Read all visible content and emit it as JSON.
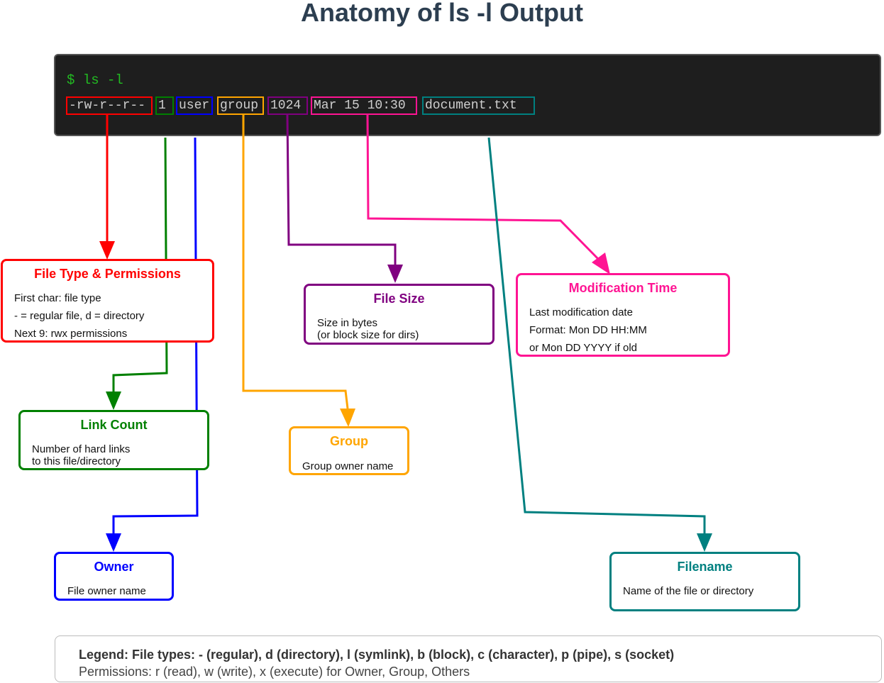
{
  "title": "Anatomy of ls -l Output",
  "terminal": {
    "prompt": "$ ls -l",
    "segments": [
      {
        "text": "-rw-r--r--",
        "color": "#ff0000"
      },
      {
        "text": "1",
        "color": "#008000"
      },
      {
        "text": "user",
        "color": "#0000ff"
      },
      {
        "text": "group",
        "color": "#ffa500"
      },
      {
        "text": "1024",
        "color": "#800080"
      },
      {
        "text": "Mar 15 10:30",
        "color": "#ff1493"
      },
      {
        "text": "document.txt",
        "color": "#008080"
      }
    ]
  },
  "boxes": {
    "permissions": {
      "title": "File Type & Permissions",
      "color": "#ff0000",
      "lines": [
        "First char: file type",
        "- = regular file, d = directory",
        "Next 9: rwx permissions"
      ]
    },
    "links": {
      "title": "Link Count",
      "color": "#008000",
      "lines": [
        "Number of hard links",
        "to this file/directory"
      ]
    },
    "owner": {
      "title": "Owner",
      "color": "#0000ff",
      "lines": [
        "File owner name"
      ]
    },
    "group": {
      "title": "Group",
      "color": "#ffa500",
      "lines": [
        "Group owner name"
      ]
    },
    "size": {
      "title": "File Size",
      "color": "#800080",
      "lines": [
        "Size in bytes",
        "(or block size for dirs)"
      ]
    },
    "mtime": {
      "title": "Modification Time",
      "color": "#ff1493",
      "lines": [
        "Last modification date",
        "Format: Mon DD HH:MM",
        "or Mon DD YYYY if old"
      ]
    },
    "filename": {
      "title": "Filename",
      "color": "#008080",
      "lines": [
        "Name of the file or directory"
      ]
    }
  },
  "legend": {
    "line1": "Legend: File types: - (regular), d (directory), l (symlink), b (block), c (character), p (pipe), s (socket)",
    "line2": "Permissions: r (read), w (write), x (execute) for Owner, Group, Others"
  }
}
